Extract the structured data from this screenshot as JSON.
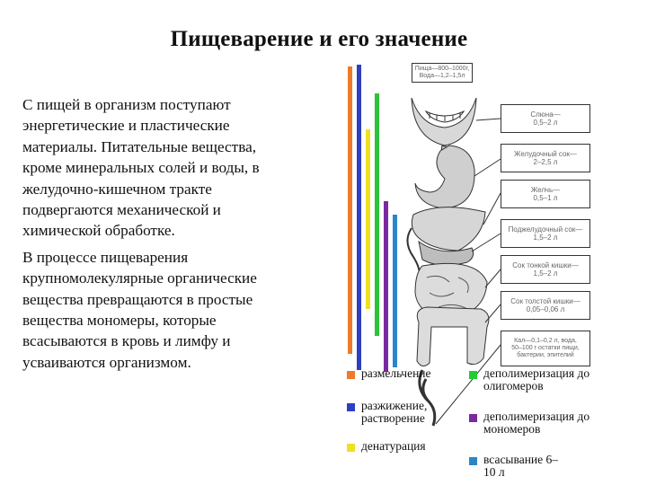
{
  "title": "Пищеварение и его значение",
  "paragraphs": [
    "С пищей в организм поступают энергетические и пластические материалы. Питательные вещества, кроме минеральных солей и воды, в желудочно-кишечном тракте подвергаются механической и химической обработке.",
    "В процессе пищеварения крупномолекулярные органические вещества превращаются в простые вещества мономеры, которые всасываются в кровь и лимфу и усваиваются организмом."
  ],
  "figure": {
    "boxes": {
      "top": "Пища—800–1000г, Вода—1,2–1,5л",
      "saliva": "Слюна—\n0,5–2 л",
      "gastric": "Желудочный сок—\n2–2,5 л",
      "bile": "Желчь—\n0,5–1 л",
      "pancreatic": "Поджелудочный сок—\n1,5–2 л",
      "intestinal": "Сок тонкой кишки—\n1,5–2 л",
      "colon_juice": "Сок толстой кишки—\n0,05–0,06 л",
      "feces": "Кал—0,1–0,2 л, вода,\n50–100 г остатки пищи,\nбактерии, эпителий"
    },
    "colors": {
      "orange": "#ee7a2a",
      "blue": "#2f3fc0",
      "yellow": "#f0e020",
      "green": "#2cc23a",
      "purple": "#7a2aa0",
      "teal": "#2a86c8"
    }
  },
  "legend": [
    {
      "color": "#ee7a2a",
      "label": "размельчение"
    },
    {
      "color": "#22cc33",
      "label": "деполимеризация до олигомеров"
    },
    {
      "color": "#2f3fc0",
      "label": "разжижение, растворение"
    },
    {
      "color": "#7a2aa0",
      "label": "деполимеризация до мономеров"
    },
    {
      "color": "#f0e020",
      "label": "денатурация"
    },
    {
      "color": "#2a86c8",
      "label": "всасывание 6–10 л"
    }
  ]
}
